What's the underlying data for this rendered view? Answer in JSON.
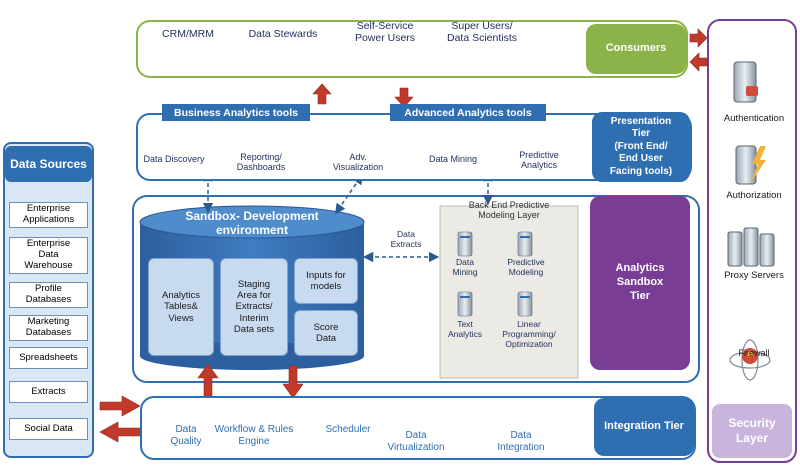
{
  "consumers": {
    "title": "Consumers",
    "crm": "CRM/MRM",
    "stewards": "Data Stewards",
    "self_service": [
      "Self-Service",
      "Power Users"
    ],
    "super_users": [
      "Super Users/",
      "Data Scientists"
    ]
  },
  "presentation": {
    "tab_business": "Business Analytics tools",
    "tab_advanced": "Advanced Analytics tools",
    "title": [
      "Presentation",
      "Tier",
      "(Front End/",
      "End User",
      "Facing tools)"
    ],
    "data_discovery": "Data Discovery",
    "reporting": [
      "Reporting/",
      "Dashboards"
    ],
    "adv_viz": [
      "Adv.",
      "Visualization"
    ],
    "data_mining": "Data Mining",
    "predictive": [
      "Predictive",
      "Analytics"
    ]
  },
  "sandbox": {
    "cylinder_title": [
      "Sandbox- Development",
      "environment"
    ],
    "analytics_tables": [
      "Analytics",
      "Tables&",
      "Views"
    ],
    "staging": [
      "Staging",
      "Area for",
      "Extracts/",
      "Interim",
      "Data sets"
    ],
    "inputs": [
      "Inputs for",
      "models"
    ],
    "score": [
      "Score",
      "Data"
    ],
    "data_extracts": [
      "Data",
      "Extracts"
    ],
    "backend_title": [
      "Back End Predictive",
      "Modeling Layer"
    ],
    "be_data_mining": [
      "Data",
      "Mining"
    ],
    "be_predictive": [
      "Predictive",
      "Modeling"
    ],
    "be_text": [
      "Text",
      "Analytics"
    ],
    "be_linear": [
      "Linear",
      "Programming/",
      "Optimization"
    ],
    "tier": [
      "Analytics",
      "Sandbox",
      "Tier"
    ]
  },
  "data_sources": {
    "title": "Data Sources",
    "items": [
      [
        "Enterprise",
        "Applications"
      ],
      [
        "Enterprise",
        "Data",
        "Warehouse"
      ],
      [
        "Profile",
        "Databases"
      ],
      [
        "Marketing",
        "Databases"
      ],
      [
        "Spreadsheets"
      ],
      [
        "Extracts"
      ],
      [
        "Social Data"
      ]
    ]
  },
  "integration": {
    "title": "Integration Tier",
    "data_quality": [
      "Data",
      "Quality"
    ],
    "workflow": [
      "Workflow & Rules",
      "Engine"
    ],
    "scheduler": "Scheduler",
    "virtualization": [
      "Data",
      "Virtualization"
    ],
    "integration": [
      "Data",
      "Integration"
    ]
  },
  "security": {
    "authentication": "Authentication",
    "authorization": "Authorization",
    "proxy": "Proxy Servers",
    "firewall": "Firewall",
    "title": [
      "Security",
      "Layer"
    ]
  },
  "colors": {
    "blue": "#2f6fb1",
    "green": "#8cb34a",
    "purple": "#7a3d96",
    "lavender": "#c9b4dd",
    "arrow_red": "#c0392b"
  }
}
